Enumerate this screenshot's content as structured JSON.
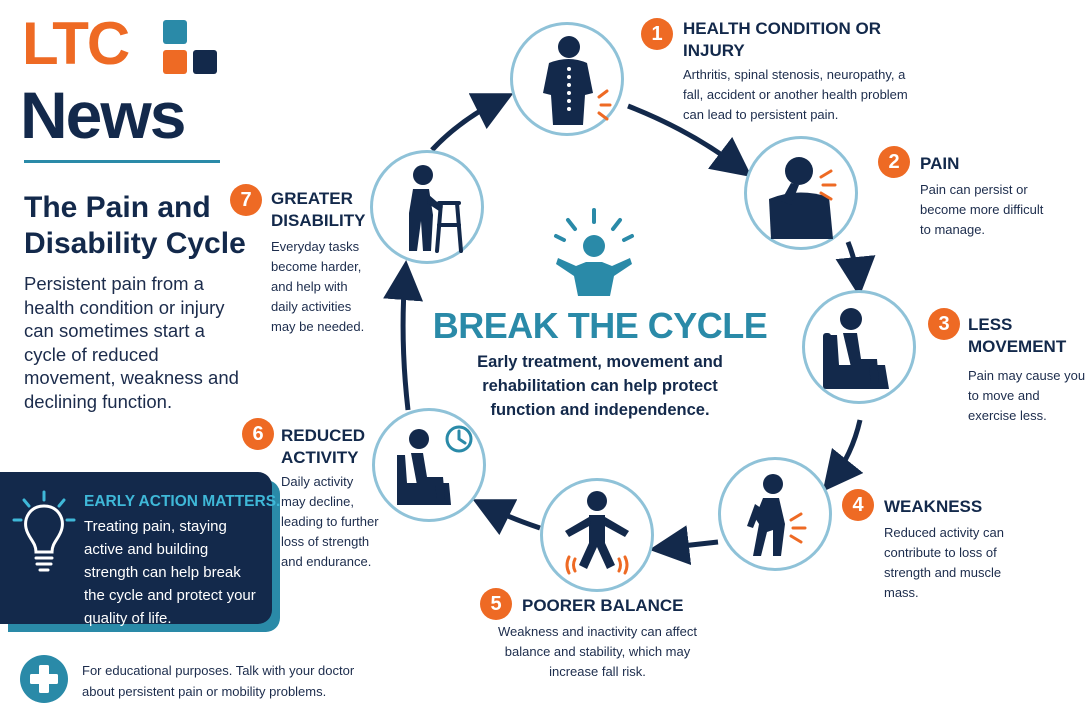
{
  "logo": {
    "ltc": "LTC",
    "news": "News"
  },
  "title": "The Pain and Disability Cycle",
  "intro": "Persistent pain from a health condition or injury can sometimes start a cycle of reduced movement, weakness and declining function.",
  "center": {
    "title": "BREAK THE CYCLE",
    "text": "Early treatment, movement and rehabilitation can help protect function and independence."
  },
  "steps": [
    {
      "number": "1",
      "title": "HEALTH CONDITION OR INJURY",
      "desc": "Arthritis, spinal stenosis, neuropathy, a fall, accident or another health problem can lead to persistent pain.",
      "icon": "back-pain-icon"
    },
    {
      "number": "2",
      "title": "PAIN",
      "desc": "Pain can persist or become more difficult to manage.",
      "icon": "neck-pain-icon"
    },
    {
      "number": "3",
      "title": "LESS MOVEMENT",
      "desc": "Pain may cause you to move and exercise less.",
      "icon": "seated-person-icon"
    },
    {
      "number": "4",
      "title": "WEAKNESS",
      "desc": "Reduced activity can contribute to loss of strength and muscle mass.",
      "icon": "weak-person-icon"
    },
    {
      "number": "5",
      "title": "POORER BALANCE",
      "desc": "Weakness and inactivity can affect balance and stability, which may increase fall risk.",
      "icon": "unbalanced-person-icon"
    },
    {
      "number": "6",
      "title": "REDUCED ACTIVITY",
      "desc": "Daily activity may decline, leading to further loss of strength and endurance.",
      "icon": "chair-clock-icon"
    },
    {
      "number": "7",
      "title": "GREATER DISABILITY",
      "desc": "Everyday tasks become harder, and help with daily activities may be needed.",
      "icon": "walker-icon"
    }
  ],
  "action": {
    "title": "EARLY ACTION MATTERS.",
    "text": "Treating pain, staying active and building strength can help break the cycle and protect your quality of life."
  },
  "footer": {
    "text": "For educational purposes. Talk with your doctor about persistent pain or mobility problems."
  },
  "colors": {
    "navy": "#13294b",
    "orange": "#ee6a24",
    "teal": "#2a8aa8"
  }
}
